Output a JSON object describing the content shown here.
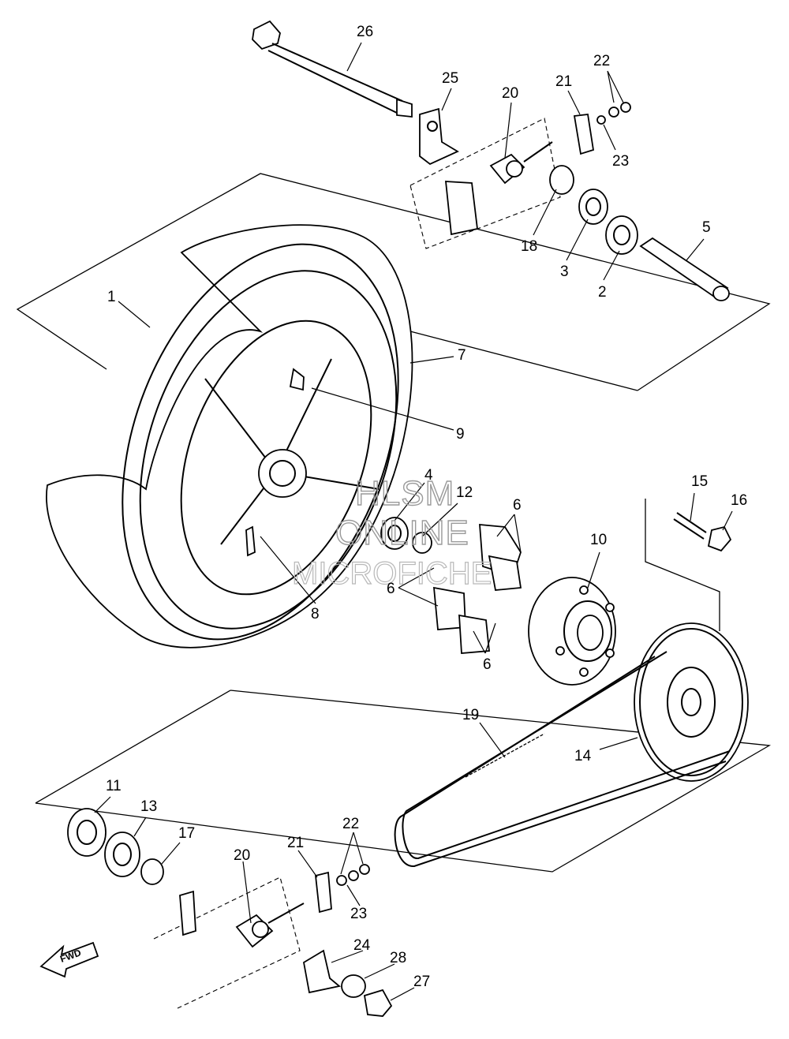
{
  "watermark": {
    "line1": "HLSM",
    "line2": "ONLINE",
    "line3": "MICROFICHE"
  },
  "fwd_label": "FWD",
  "callouts": [
    {
      "id": "c26",
      "text": "26"
    },
    {
      "id": "c25",
      "text": "25"
    },
    {
      "id": "c20a",
      "text": "20"
    },
    {
      "id": "c21a",
      "text": "21"
    },
    {
      "id": "c22a",
      "text": "22"
    },
    {
      "id": "c23a",
      "text": "23"
    },
    {
      "id": "c18",
      "text": "18"
    },
    {
      "id": "c3",
      "text": "3"
    },
    {
      "id": "c2",
      "text": "2"
    },
    {
      "id": "c5",
      "text": "5"
    },
    {
      "id": "c1",
      "text": "1"
    },
    {
      "id": "c7",
      "text": "7"
    },
    {
      "id": "c9",
      "text": "9"
    },
    {
      "id": "c4",
      "text": "4"
    },
    {
      "id": "c12",
      "text": "12"
    },
    {
      "id": "c6a",
      "text": "6"
    },
    {
      "id": "c15",
      "text": "15"
    },
    {
      "id": "c16",
      "text": "16"
    },
    {
      "id": "c10",
      "text": "10"
    },
    {
      "id": "c6b",
      "text": "6"
    },
    {
      "id": "c6c",
      "text": "6"
    },
    {
      "id": "c8",
      "text": "8"
    },
    {
      "id": "c19",
      "text": "19"
    },
    {
      "id": "c14",
      "text": "14"
    },
    {
      "id": "c11",
      "text": "11"
    },
    {
      "id": "c13",
      "text": "13"
    },
    {
      "id": "c17",
      "text": "17"
    },
    {
      "id": "c22b",
      "text": "22"
    },
    {
      "id": "c21b",
      "text": "21"
    },
    {
      "id": "c20b",
      "text": "20"
    },
    {
      "id": "c23b",
      "text": "23"
    },
    {
      "id": "c24",
      "text": "24"
    },
    {
      "id": "c28",
      "text": "28"
    },
    {
      "id": "c27",
      "text": "27"
    }
  ]
}
